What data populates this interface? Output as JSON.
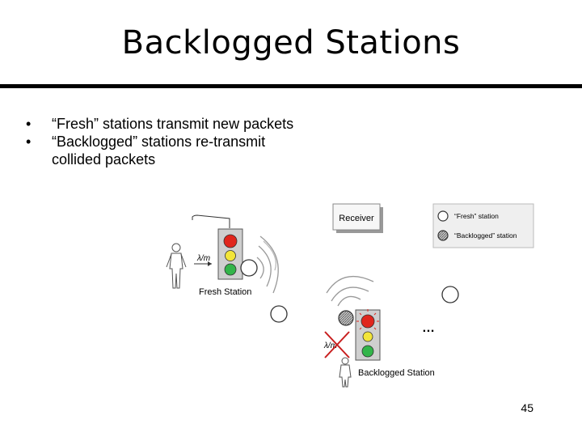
{
  "slide": {
    "title": "Backlogged Stations",
    "page_number": "45"
  },
  "bullets": [
    {
      "marker": "•",
      "text": "“Fresh” stations transmit new packets"
    },
    {
      "marker": "•",
      "text": "“Backlogged” stations re-transmit collided packets"
    }
  ],
  "diagram": {
    "receiver_label": "Receiver",
    "legend": {
      "fresh": "“Fresh” station",
      "backlogged": "“Backlogged” station"
    },
    "fresh_station_label": "Fresh Station",
    "backlogged_station_label": "Backlogged Station",
    "arrival_rate_label": "λ/m",
    "ellipsis": "…",
    "colors": {
      "red": "#e0261d",
      "yellow": "#f2e53a",
      "green": "#33b54a",
      "light_body": "#d9d9d9"
    }
  }
}
